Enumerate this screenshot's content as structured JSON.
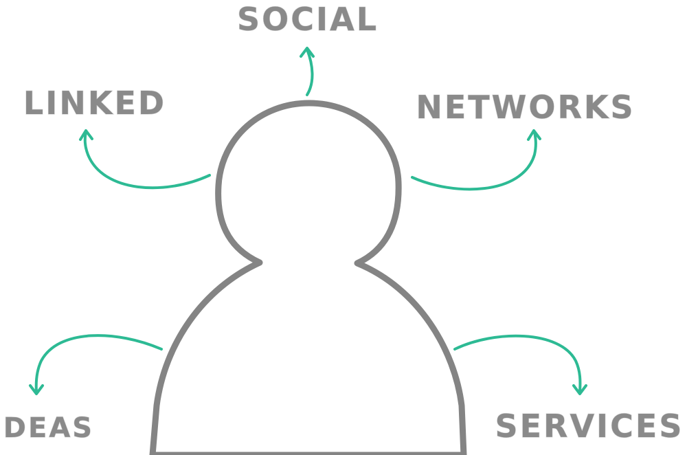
{
  "labels": {
    "social": "SOCiAL",
    "linked": "LiNKED",
    "networks": "NETWORKS",
    "ideas": "iDEAS",
    "services": "SERViCES"
  },
  "colors": {
    "text": "#8a8a8a",
    "figure_outline": "#848484",
    "arrows": "#2dba94",
    "background": "#ffffff"
  }
}
